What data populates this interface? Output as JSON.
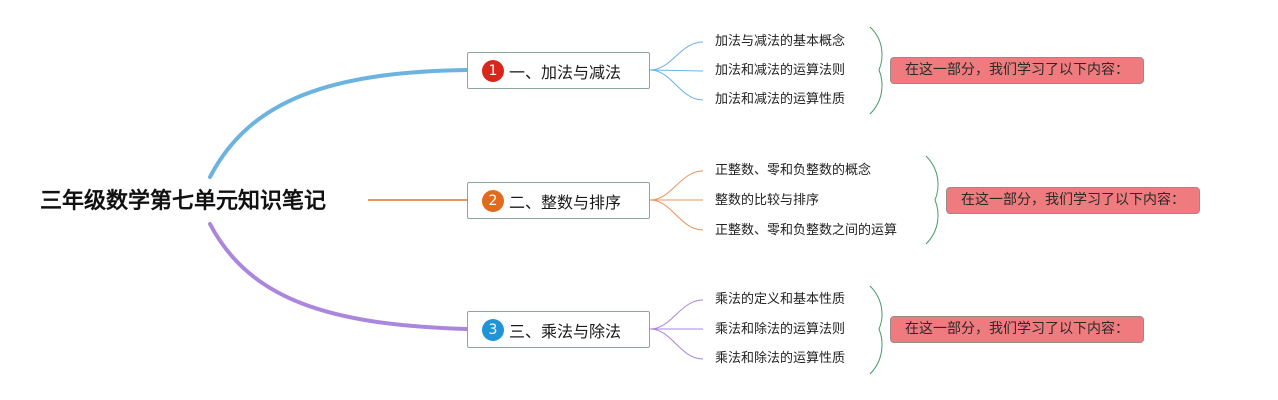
{
  "root": {
    "title": "三年级数学第七单元知识笔记"
  },
  "colors": {
    "branch_1": "#6cb3e0",
    "branch_2": "#e8955f",
    "branch_3": "#ab86dd",
    "badge_1": "#d8261c",
    "badge_2": "#e26a1d",
    "badge_3": "#1f95d8",
    "summary_fill": "#ef7b7e"
  },
  "topics": [
    {
      "number": "1",
      "label": "一、加法与减法",
      "items": [
        "加法与减法的基本概念",
        "加法和减法的运算法则",
        "加法和减法的运算性质"
      ],
      "summary": "在这一部分，我们学习了以下内容："
    },
    {
      "number": "2",
      "label": "二、整数与排序",
      "items": [
        "正整数、零和负整数的概念",
        "整数的比较与排序",
        "正整数、零和负整数之间的运算"
      ],
      "summary": "在这一部分，我们学习了以下内容："
    },
    {
      "number": "3",
      "label": "三、乘法与除法",
      "items": [
        "乘法的定义和基本性质",
        "乘法和除法的运算法则",
        "乘法和除法的运算性质"
      ],
      "summary": "在这一部分，我们学习了以下内容："
    }
  ]
}
